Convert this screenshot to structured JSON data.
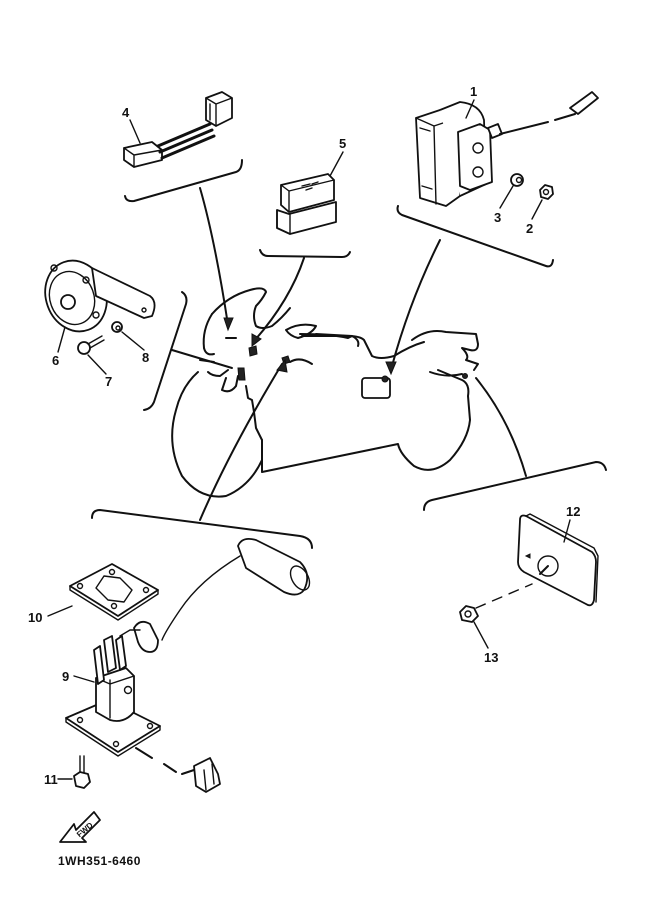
{
  "diagram": {
    "title": "Electrical parts exploded view",
    "drawing_code": "1WH351-6460",
    "direction_indicator": "FWD",
    "callouts": [
      {
        "number": "1",
        "part": "starter relay"
      },
      {
        "number": "2",
        "part": "nut"
      },
      {
        "number": "3",
        "part": "washer"
      },
      {
        "number": "4",
        "part": "wire lead / connector"
      },
      {
        "number": "5",
        "part": "relay unit"
      },
      {
        "number": "6",
        "part": "horn"
      },
      {
        "number": "7",
        "part": "bolt"
      },
      {
        "number": "8",
        "part": "washer"
      },
      {
        "number": "9",
        "part": "fuel sender unit"
      },
      {
        "number": "10",
        "part": "gasket"
      },
      {
        "number": "11",
        "part": "bolt"
      },
      {
        "number": "12",
        "part": "reflector"
      },
      {
        "number": "13",
        "part": "nut"
      }
    ]
  }
}
